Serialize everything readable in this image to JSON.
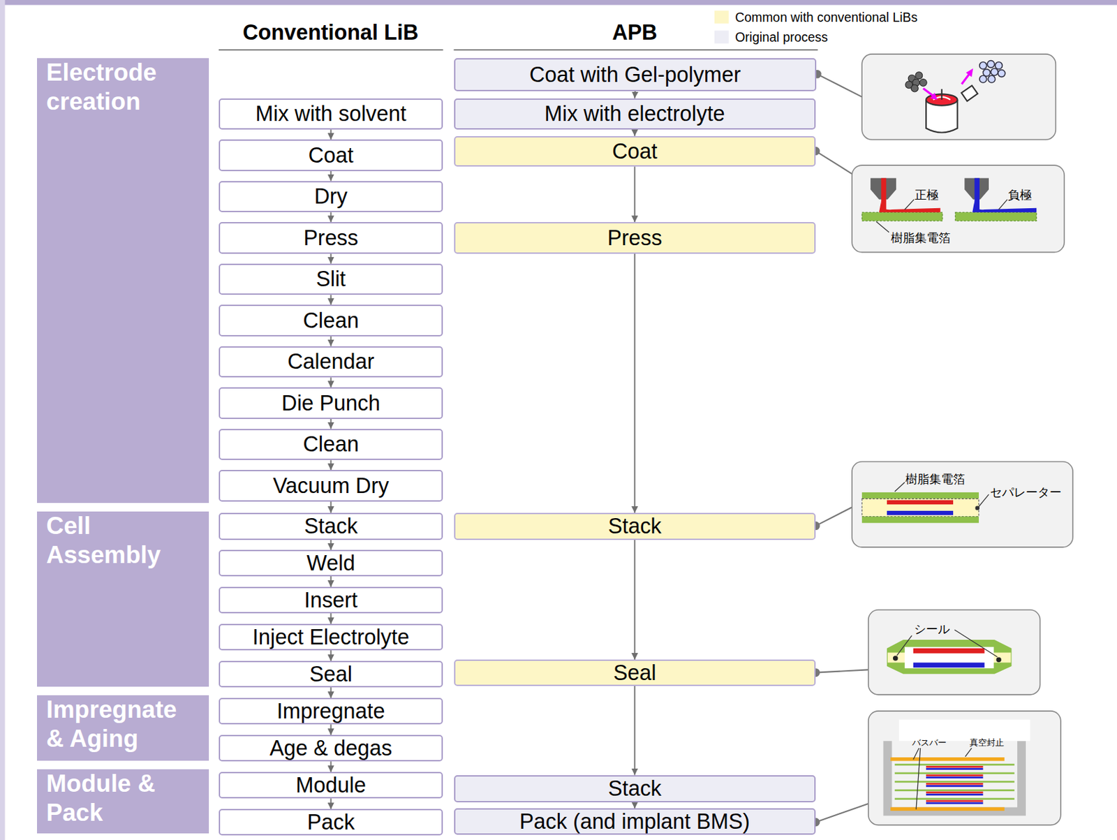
{
  "diagram": {
    "nodes": [
      {
        "text": [
          "Electrode creation"
        ]
      },
      {
        "text": [
          "Cell Assembly"
        ]
      },
      {
        "text": [
          "Impregnate & Aging"
        ]
      },
      {
        "text": [
          "Module & Pack"
        ]
      },
      {
        "text": [
          "Mix with solvent"
        ]
      },
      {
        "text": [
          "Coat"
        ]
      },
      {
        "text": [
          "Dry"
        ]
      },
      {
        "text": [
          "Press"
        ]
      },
      {
        "text": [
          "Slit"
        ]
      },
      {
        "text": [
          "Clean"
        ]
      },
      {
        "text": [
          "Calendar"
        ]
      },
      {
        "text": [
          "Die Punch"
        ]
      },
      {
        "text": [
          "Clean"
        ]
      },
      {
        "text": [
          "Vacuum Dry"
        ]
      },
      {
        "text": [
          "Stack"
        ]
      },
      {
        "text": [
          "Weld"
        ]
      },
      {
        "text": [
          "Insert"
        ]
      },
      {
        "text": [
          "Inject Electrolyte"
        ]
      },
      {
        "text": [
          "Seal"
        ]
      },
      {
        "text": [
          "Impregnate"
        ]
      },
      {
        "text": [
          "Age & degas"
        ]
      },
      {
        "text": [
          "Module"
        ]
      },
      {
        "text": [
          "Pack"
        ]
      },
      {
        "text": [
          "Coat with Gel-polymer"
        ]
      },
      {
        "text": [
          "Mix with electrolyte"
        ]
      },
      {
        "text": [
          "Coat"
        ]
      },
      {
        "text": [
          "Press"
        ]
      },
      {
        "text": [
          "Stack"
        ]
      },
      {
        "text": [
          "Seal"
        ]
      },
      {
        "text": [
          "Stack"
        ]
      },
      {
        "text": [
          "Pack (and implant BMS)"
        ]
      }
    ],
    "edges": [
      {
        "from": 4,
        "to": 5,
        "arrow": "to"
      },
      {
        "from": 5,
        "to": 6,
        "arrow": "to"
      },
      {
        "from": 6,
        "to": 7,
        "arrow": "to"
      },
      {
        "from": 7,
        "to": 8,
        "arrow": "to"
      },
      {
        "from": 8,
        "to": 9,
        "arrow": "to"
      },
      {
        "from": 9,
        "to": 10,
        "arrow": "to"
      },
      {
        "from": 10,
        "to": 11,
        "arrow": "to"
      },
      {
        "from": 11,
        "to": 12,
        "arrow": "to"
      },
      {
        "from": 12,
        "to": 13,
        "arrow": "to"
      },
      {
        "from": 13,
        "to": 14,
        "arrow": "to"
      },
      {
        "from": 14,
        "to": 15,
        "arrow": "to"
      },
      {
        "from": 15,
        "to": 16,
        "arrow": "to"
      },
      {
        "from": 16,
        "to": 17,
        "arrow": "to"
      },
      {
        "from": 17,
        "to": 18,
        "arrow": "to"
      },
      {
        "from": 18,
        "to": 19,
        "arrow": "to"
      },
      {
        "from": 19,
        "to": 20,
        "arrow": "to"
      },
      {
        "from": 20,
        "to": 21,
        "arrow": "to"
      },
      {
        "from": 21,
        "to": 22,
        "arrow": "to"
      },
      {
        "from": 23,
        "to": 24,
        "arrow": "to"
      },
      {
        "from": 24,
        "to": 25,
        "arrow": "to"
      },
      {
        "from": 25,
        "to": 26,
        "arrow": "to"
      },
      {
        "from": 26,
        "to": 27,
        "arrow": "to"
      },
      {
        "from": 27,
        "to": 28,
        "arrow": "to"
      },
      {
        "from": 28,
        "to": 29,
        "arrow": "to"
      },
      {
        "from": 29,
        "to": 30,
        "arrow": "to"
      }
    ],
    "labels": [
      "Conventional LiB",
      "APB",
      "正極",
      "負極",
      "樹脂集電箔",
      "樹脂集電箔",
      "セパレーター",
      "シール",
      "バスバー",
      "真空封止"
    ],
    "legend": [
      {
        "text": "Common with conventional LiBs",
        "color": "#fdf6c6"
      },
      {
        "text": "Original process",
        "color": "#ededf5"
      }
    ]
  }
}
